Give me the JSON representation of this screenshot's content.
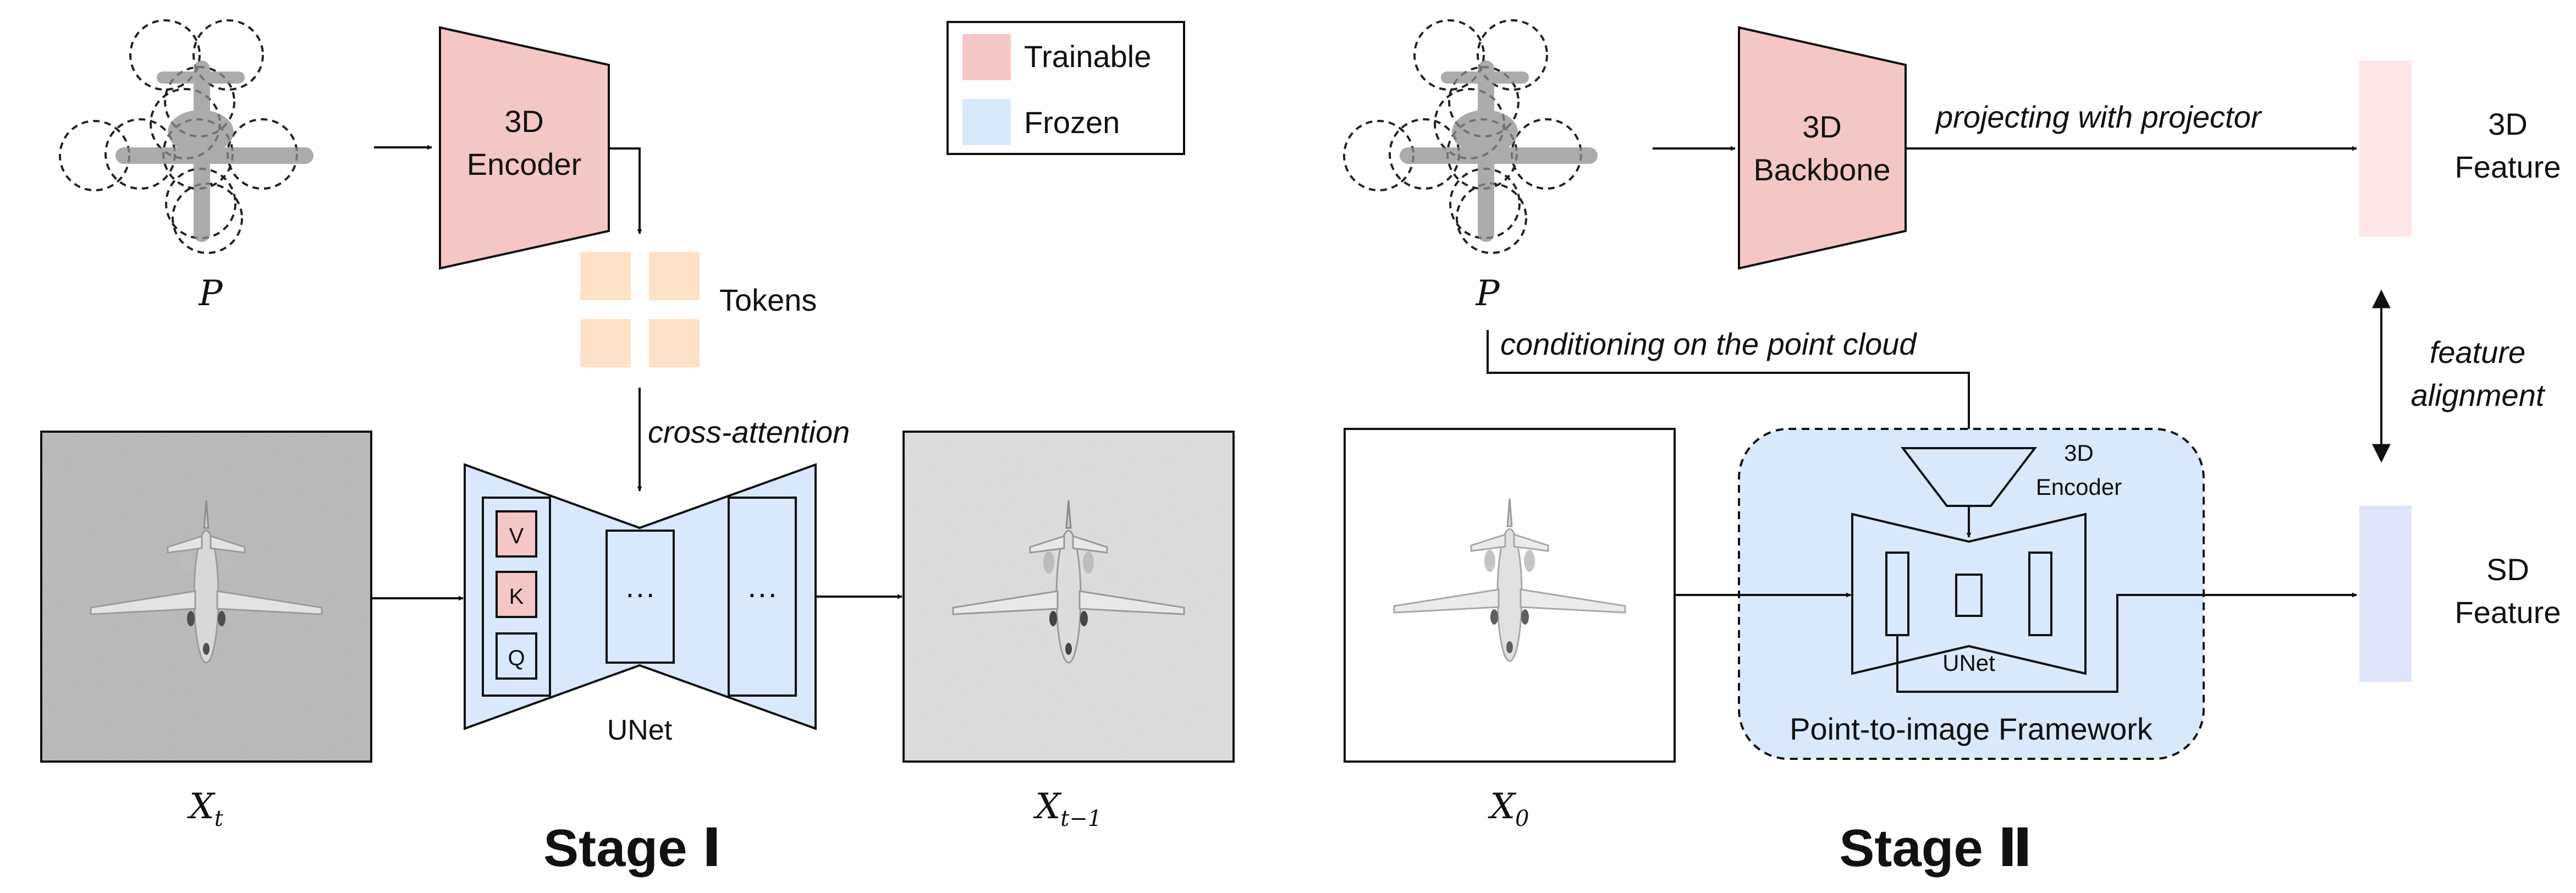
{
  "legend": {
    "trainable_label": "Trainable",
    "frozen_label": "Frozen",
    "trainable_color": "#f4c7c6",
    "frozen_color": "#dae8fb"
  },
  "colors": {
    "tokens": "#fde2c9",
    "feature_3d": "#fce6e7",
    "feature_sd": "#dfe4fb"
  },
  "stage1": {
    "title": "Stage Ⅰ",
    "point_cloud_label": "P",
    "encoder_label_line1": "3D",
    "encoder_label_line2": "Encoder",
    "tokens_label": "Tokens",
    "cross_attention_label": "cross-attention",
    "unet_label": "UNet",
    "attn_v": "V",
    "attn_k": "K",
    "attn_q": "Q",
    "dots": "···",
    "input_image_label_base": "X",
    "input_image_label_sub": "t",
    "output_image_label_base": "X",
    "output_image_label_sub": "t−1"
  },
  "stage2": {
    "title": "Stage Ⅱ",
    "point_cloud_label": "P",
    "backbone_label_line1": "3D",
    "backbone_label_line2": "Backbone",
    "projecting_label": "projecting with projector",
    "feature3d_line1": "3D",
    "feature3d_line2": "Feature",
    "feature_alignment_line1": "feature",
    "feature_alignment_line2": "alignment",
    "conditioning_label": "conditioning on the point cloud",
    "encoder_label_line1": "3D",
    "encoder_label_line2": "Encoder",
    "unet_label": "UNet",
    "framework_label": "Point-to-image Framework",
    "sd_feature_line1": "SD",
    "sd_feature_line2": "Feature",
    "clean_image_label_base": "X",
    "clean_image_label_sub": "0"
  }
}
